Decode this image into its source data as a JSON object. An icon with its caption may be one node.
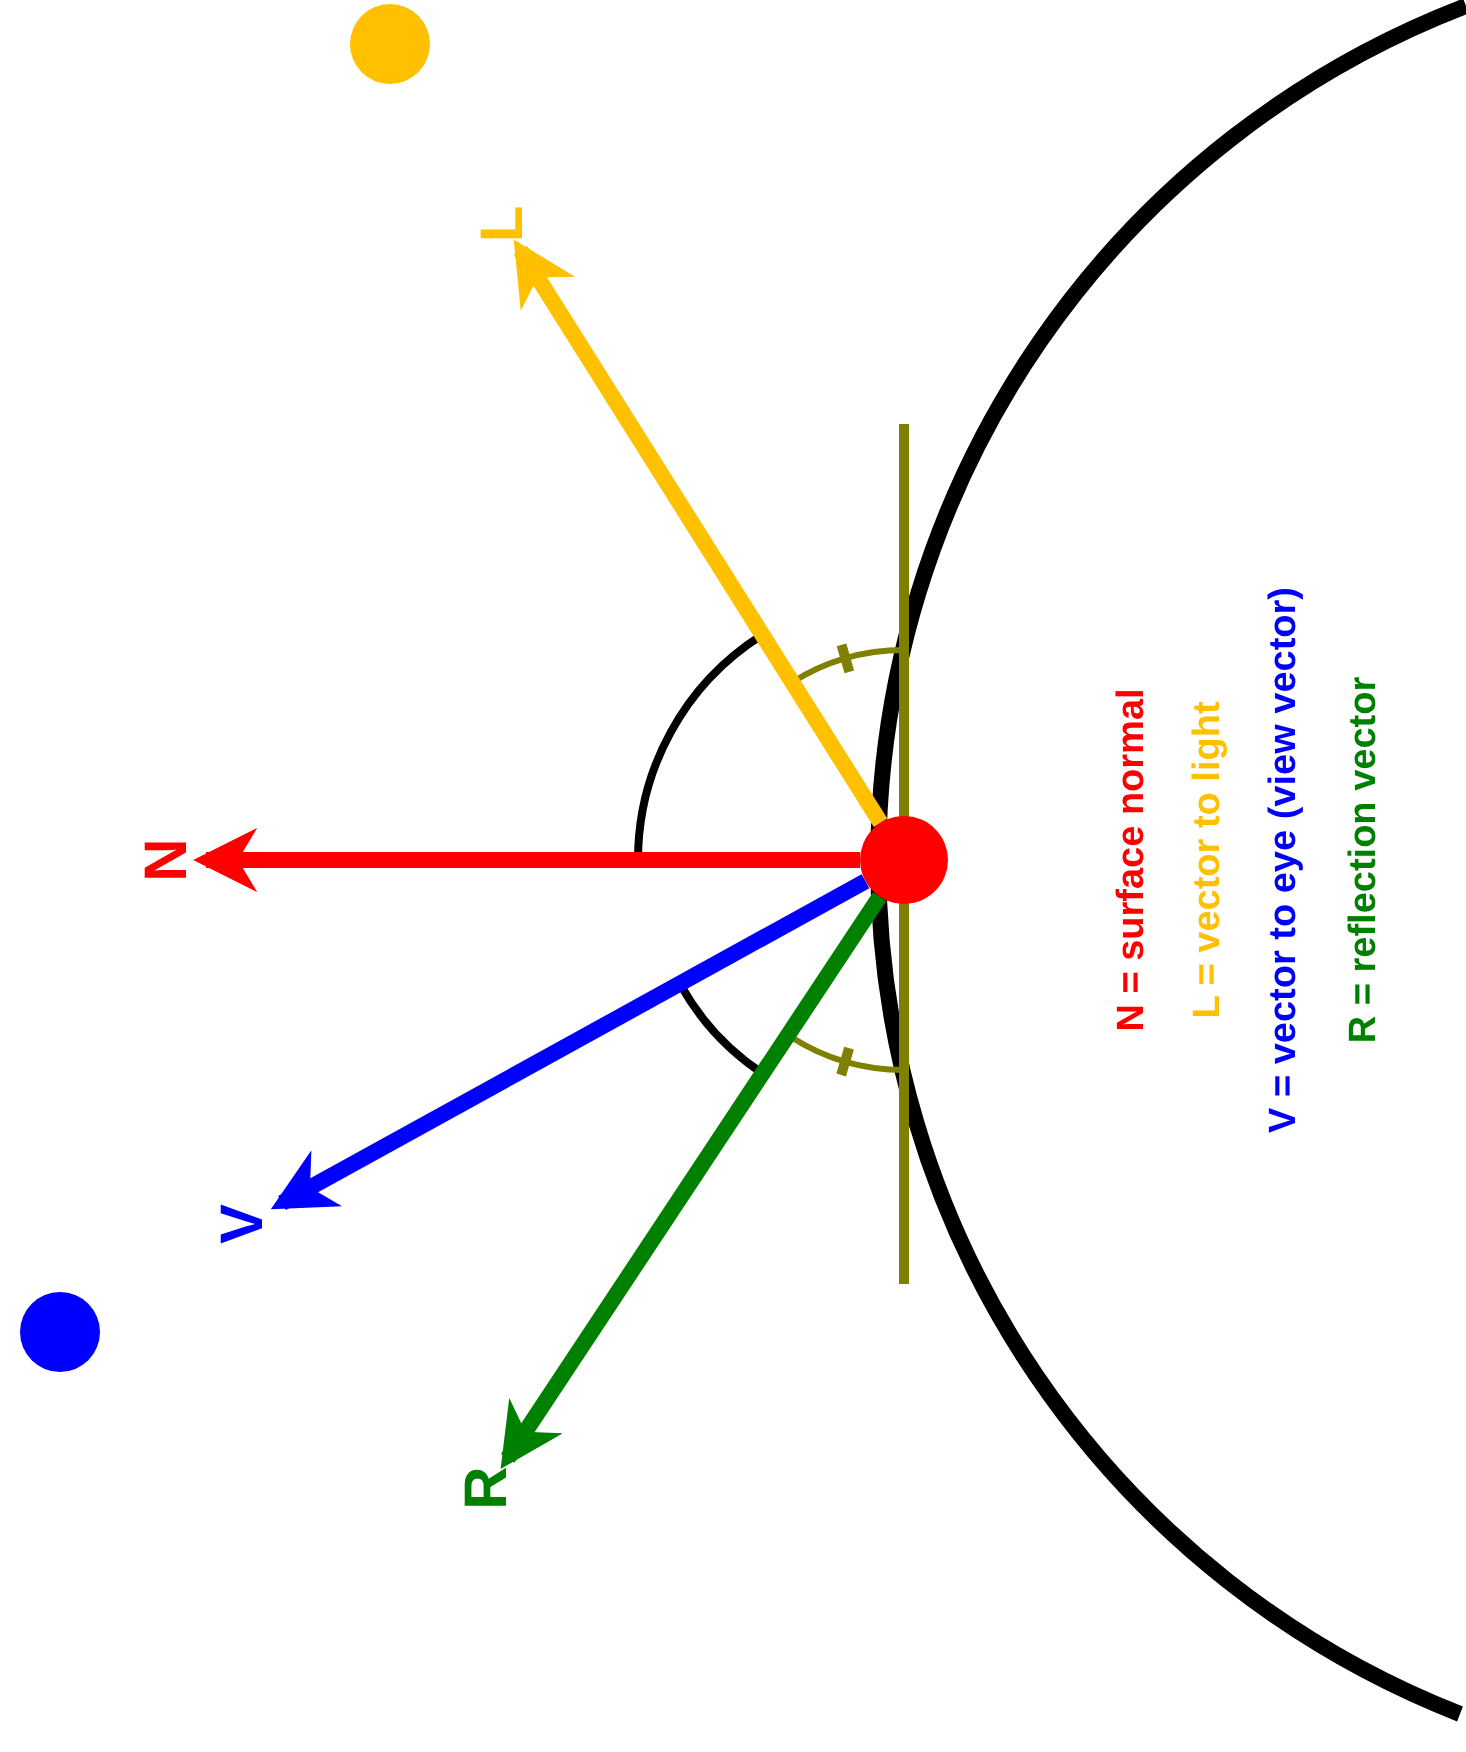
{
  "diagram": {
    "nodes": [
      {
        "text": [],
        "shape": "circle"
      },
      {
        "text": [
          "N"
        ]
      },
      {
        "text": [
          "L"
        ]
      },
      {
        "text": [
          "V"
        ]
      },
      {
        "text": [
          "R"
        ]
      },
      {
        "text": [],
        "shape": "circle"
      },
      {
        "text": [],
        "shape": "circle"
      }
    ],
    "edges": [
      {
        "from": 0,
        "to": 1,
        "arrow": "to",
        "color": "#ff0000"
      },
      {
        "from": 0,
        "to": 2,
        "arrow": "to",
        "color": "#ffc000"
      },
      {
        "from": 0,
        "to": 3,
        "arrow": "to",
        "color": "#0000ff"
      },
      {
        "from": 0,
        "to": 4,
        "arrow": "to",
        "color": "#008000"
      }
    ],
    "labels": [
      "N = surface normal",
      "L = vector to light",
      "V = vector to eye (view vector)",
      "R = reflection vector"
    ]
  }
}
